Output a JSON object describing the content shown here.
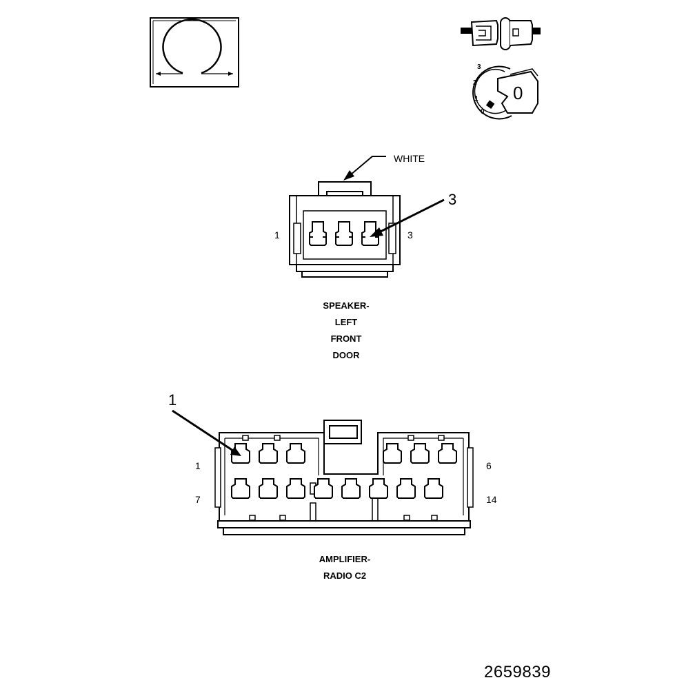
{
  "ohm_icon": {
    "symbol": "omega-resistance-icon"
  },
  "key_switch": {
    "positions": [
      "3",
      "2",
      "1",
      "0"
    ],
    "key_label": "0"
  },
  "speaker_connector": {
    "color_label": "WHITE",
    "callout": "3",
    "pin_left": "1",
    "pin_right": "3",
    "caption": [
      "SPEAKER-",
      "LEFT",
      "FRONT",
      "DOOR"
    ],
    "cavity_count": 3
  },
  "amplifier_connector": {
    "callout": "1",
    "row1_left_pin": "1",
    "row1_right_pin": "6",
    "row2_left_pin": "7",
    "row2_right_pin": "14",
    "caption": [
      "AMPLIFIER-",
      "RADIO C2"
    ],
    "top_row_cavities": 6,
    "bottom_row_cavities": 8
  },
  "figure_id": "2659839"
}
